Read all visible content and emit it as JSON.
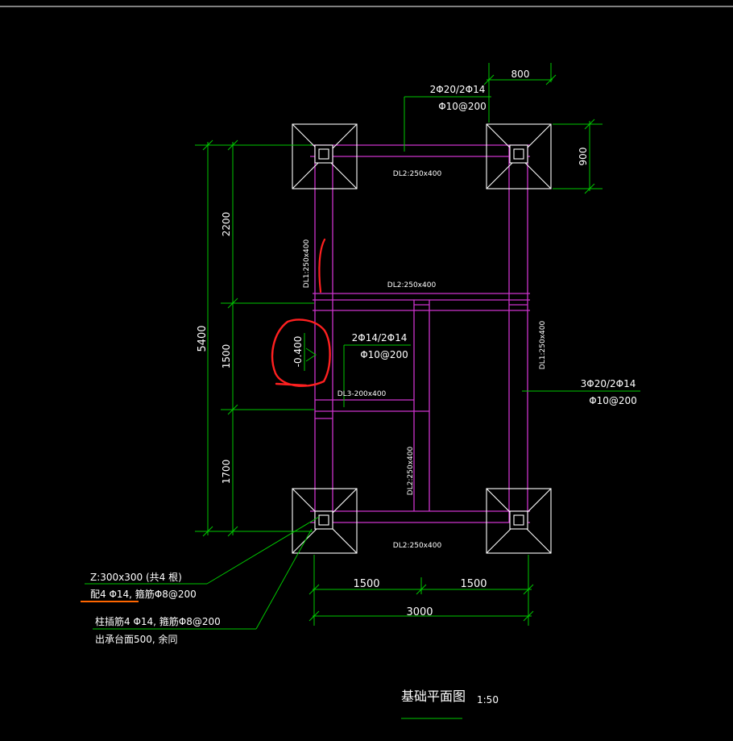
{
  "colors": {
    "background": "#000000",
    "beam": "#cc33cc",
    "dimension": "#00c800",
    "footing": "#ffffff",
    "text": "#ffffff",
    "annotation_red": "#ff2020",
    "underline_orange": "#ff6600"
  },
  "dimensions": {
    "footing_width": "800",
    "footing_height": "900",
    "total_height": "5400",
    "segment_top": "2200",
    "segment_middle": "1500",
    "segment_bottom": "1700",
    "span_left": "1500",
    "span_right": "1500",
    "total_width": "3000"
  },
  "beams": {
    "top": "DL2:250x400",
    "middle": "DL2:250x400",
    "bottom": "DL2:250x400",
    "left": "DL1:250x400",
    "right": "DL1:250x400",
    "inner_vertical": "DL2:250x400",
    "short": "DL3-200x400"
  },
  "callouts": {
    "top_line1": "2Φ20/2Φ14",
    "top_line2": "Φ10@200",
    "mid_line1": "2Φ14/2Φ14",
    "mid_line2": "Φ10@200",
    "right_line1": "3Φ20/2Φ14",
    "right_line2": "Φ10@200"
  },
  "elevation": "-0.400",
  "notes": {
    "column_line1": "Z:300x300 (共4 根)",
    "column_line2": "配4 Φ14, 箍筋Φ8@200",
    "dowel_line1": "柱插筋4 Φ14, 箍筋Φ8@200",
    "dowel_line2": "出承台面500, 余同"
  },
  "title": {
    "text": "基础平面图",
    "scale": "1:50"
  }
}
